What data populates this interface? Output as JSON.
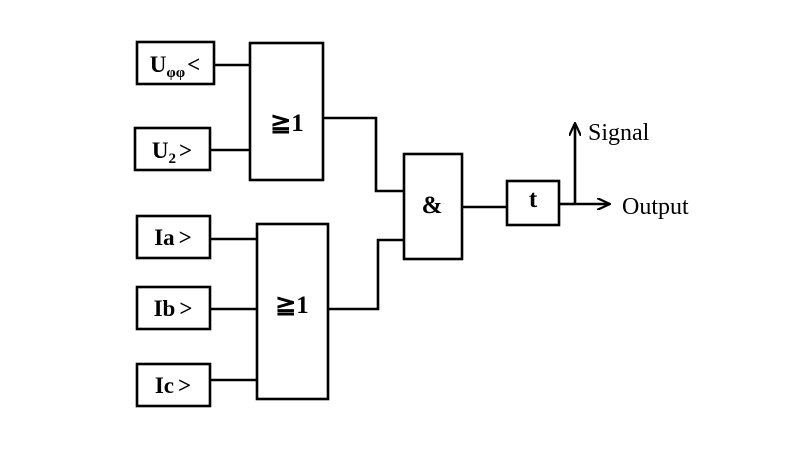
{
  "diagram": {
    "inputs": {
      "u_phase": {
        "main": "U",
        "sub": "φφ",
        "op": "<"
      },
      "u_neg": {
        "main": "U",
        "sub": "2",
        "op": ">"
      },
      "ia": {
        "main": "Ia",
        "op": ">"
      },
      "ib": {
        "main": "Ib",
        "op": ">"
      },
      "ic": {
        "main": "Ic",
        "op": ">"
      }
    },
    "gates": {
      "or_upper": "≧1",
      "or_lower": "≧1",
      "and": "&",
      "timer": "t"
    },
    "outputs": {
      "signal": "Signal",
      "output": "Output"
    }
  }
}
